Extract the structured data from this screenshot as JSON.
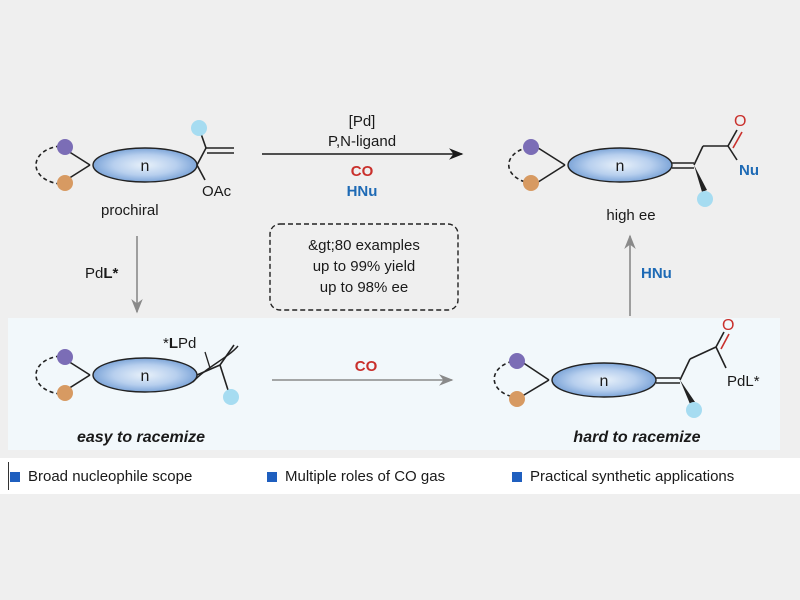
{
  "colors": {
    "background": "#efefef",
    "panel": "#f2f8fb",
    "ring_fill_light": "#e3edf8",
    "ring_fill_dark": "#6f9bd3",
    "purple_sub": "#7b6db6",
    "orange_sub": "#d79a62",
    "cyan_sub": "#a6dcf1",
    "co_red": "#c9302c",
    "hnu_blue": "#1e6ab5",
    "bullet_blue": "#1f5fbf"
  },
  "ring_label": "n",
  "top": {
    "reactant_label": "prochiral",
    "oac_label": "OAc",
    "conditions": {
      "catalyst": "[Pd]",
      "ligand": "P,N-ligand",
      "co": "CO",
      "nucleophile": "HNu"
    },
    "product_nu": "Nu",
    "product_o": "O",
    "product_label": "high ee"
  },
  "left_arrow_label_pre": "Pd",
  "left_arrow_label_bold": "L*",
  "right_arrow_label": "HNu",
  "summary_box": [
    "&gt;80 examples",
    "up to 99% yield",
    "up to 98% ee"
  ],
  "bottom": {
    "complex_label_star": "*",
    "complex_label_bold": "L",
    "complex_label_pd": "Pd",
    "left_caption": "easy to racemize",
    "co_label": "CO",
    "acyl_o": "O",
    "acyl_pd": "PdL*",
    "right_caption": "hard to racemize"
  },
  "features": [
    {
      "label": "Broad nucleophile scope",
      "icon": "blue-square"
    },
    {
      "label": "Multiple roles of CO gas",
      "icon": "blue-square"
    },
    {
      "label": "Practical synthetic applications",
      "icon": "blue-square"
    }
  ]
}
